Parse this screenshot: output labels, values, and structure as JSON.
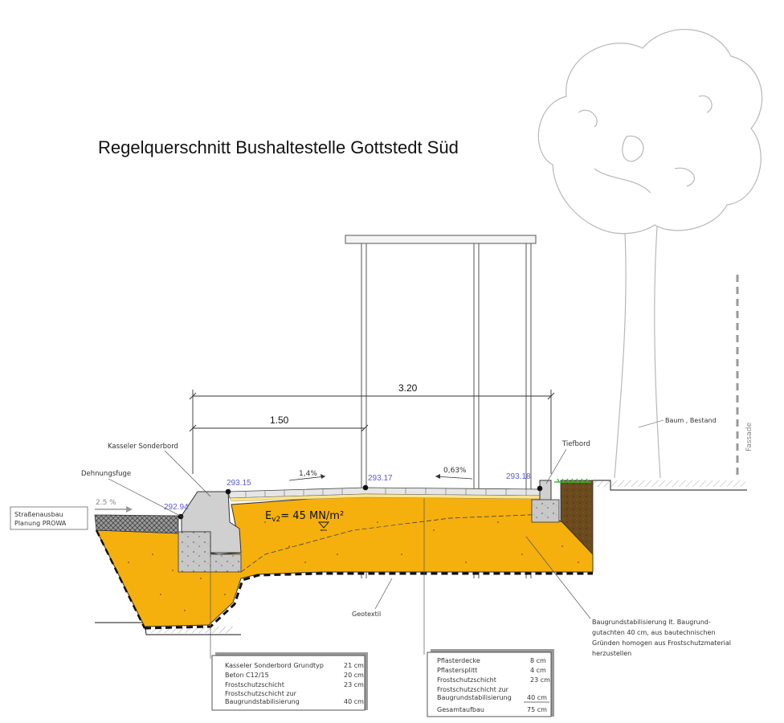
{
  "title": "Regelquerschnitt Bushaltestelle Gottstedt Süd",
  "labels": {
    "kasseler_sonderbord": "Kasseler Sonderbord",
    "dehnungsfuge": "Dehnungsfuge",
    "tiefbord": "Tiefbord",
    "baum_bestand": "Baum , Bestand",
    "fassade": "Fassade",
    "geotextil": "Geotextil",
    "strassenausbau_line1": "Straßenausbau",
    "strassenausbau_line2": "Planung PROWA",
    "ev2_prefix": "E",
    "ev2_sub": "v2",
    "ev2_value": "= 45 MN/m²",
    "baugrund_note": [
      "Baugrundstabilisierung lt. Baugrund-",
      "gutachten 40 cm, aus bautechnischen",
      "Gründen homogen aus Frostschutzmaterial",
      "herzustellen"
    ]
  },
  "dimensions": {
    "total": "3.20",
    "partial": "1.50"
  },
  "elevations": {
    "left_road": "292.94",
    "kerb_top": "293.15",
    "middle": "293.17",
    "right": "293.18"
  },
  "slopes": {
    "road": "2.5 %",
    "left_paving": "1,4%",
    "right_paving": "0,63%"
  },
  "legend_left": {
    "rows": [
      {
        "label": "Kasseler Sonderbord Grundtyp",
        "value": "21 cm"
      },
      {
        "label": "Beton C12/15",
        "value": "20 cm"
      },
      {
        "label": "Frostschutzschicht",
        "value": "23 cm"
      },
      {
        "label": "Frostschutzschicht zur",
        "label2": "Baugrundstabilisierung",
        "value": "40 cm"
      }
    ]
  },
  "legend_right": {
    "rows": [
      {
        "label": "Pflasterdecke",
        "value": "8 cm"
      },
      {
        "label": "Pflastersplitt",
        "value": "4 cm"
      },
      {
        "label": "Frostschutzschicht",
        "value": "23 cm"
      },
      {
        "label": "Frostschutzschicht zur",
        "label2": "Baugrundstabilisierung",
        "value": "40 cm"
      },
      {
        "label": "Gesamtaufbau",
        "value": "75 cm"
      }
    ]
  },
  "colors": {
    "frost_layer": "#f5b00e",
    "concrete": "#c8c8c8",
    "soil": "#6b4a1e",
    "grass": "#34c234",
    "elevation_text": "#5b5bd6"
  }
}
